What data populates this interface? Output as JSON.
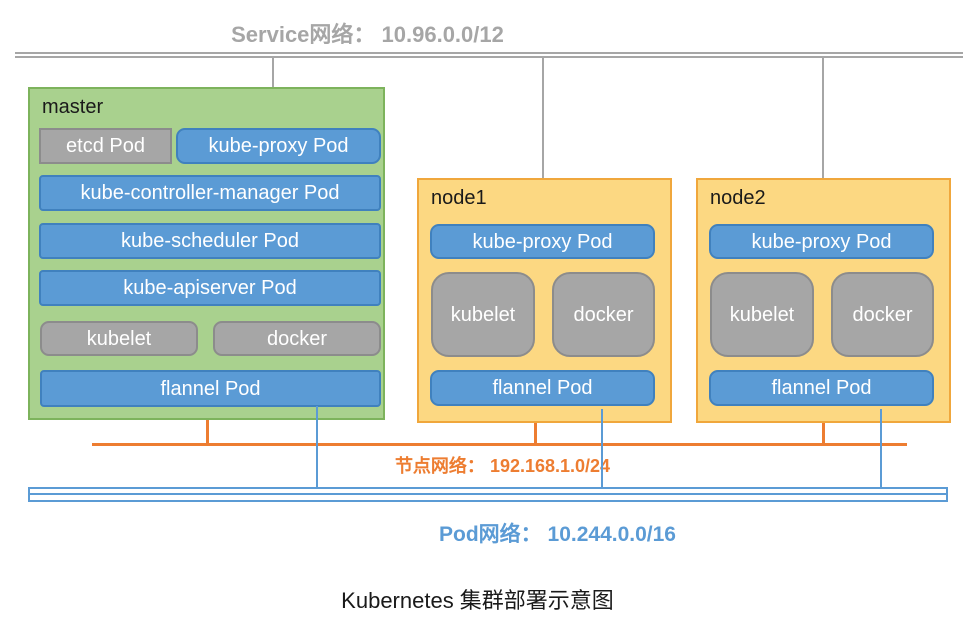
{
  "service_network": {
    "label": "Service网络：  10.96.0.0/12",
    "color": "#A6A6A6"
  },
  "node_network": {
    "label": "节点网络：  192.168.1.0/24",
    "color": "#ED7D31"
  },
  "pod_network": {
    "label": "Pod网络：  10.244.0.0/16",
    "color": "#5B9BD5"
  },
  "caption": "Kubernetes 集群部署示意图",
  "colors": {
    "blue_box": "#5B9BD5",
    "gray_box": "#A6A6A6",
    "master_fill": "#A9D18E",
    "master_border": "#7DB35C",
    "node_fill": "#FCD882",
    "node_border": "#F0A73C"
  },
  "master": {
    "title": "master",
    "etcd": "etcd Pod",
    "kube_proxy": "kube-proxy Pod",
    "controller_manager": "kube-controller-manager Pod",
    "scheduler": "kube-scheduler Pod",
    "apiserver": "kube-apiserver Pod",
    "kubelet": "kubelet",
    "docker": "docker",
    "flannel": "flannel Pod"
  },
  "node1": {
    "title": "node1",
    "kube_proxy": "kube-proxy Pod",
    "kubelet": "kubelet",
    "docker": "docker",
    "flannel": "flannel Pod"
  },
  "node2": {
    "title": "node2",
    "kube_proxy": "kube-proxy Pod",
    "kubelet": "kubelet",
    "docker": "docker",
    "flannel": "flannel Pod"
  }
}
